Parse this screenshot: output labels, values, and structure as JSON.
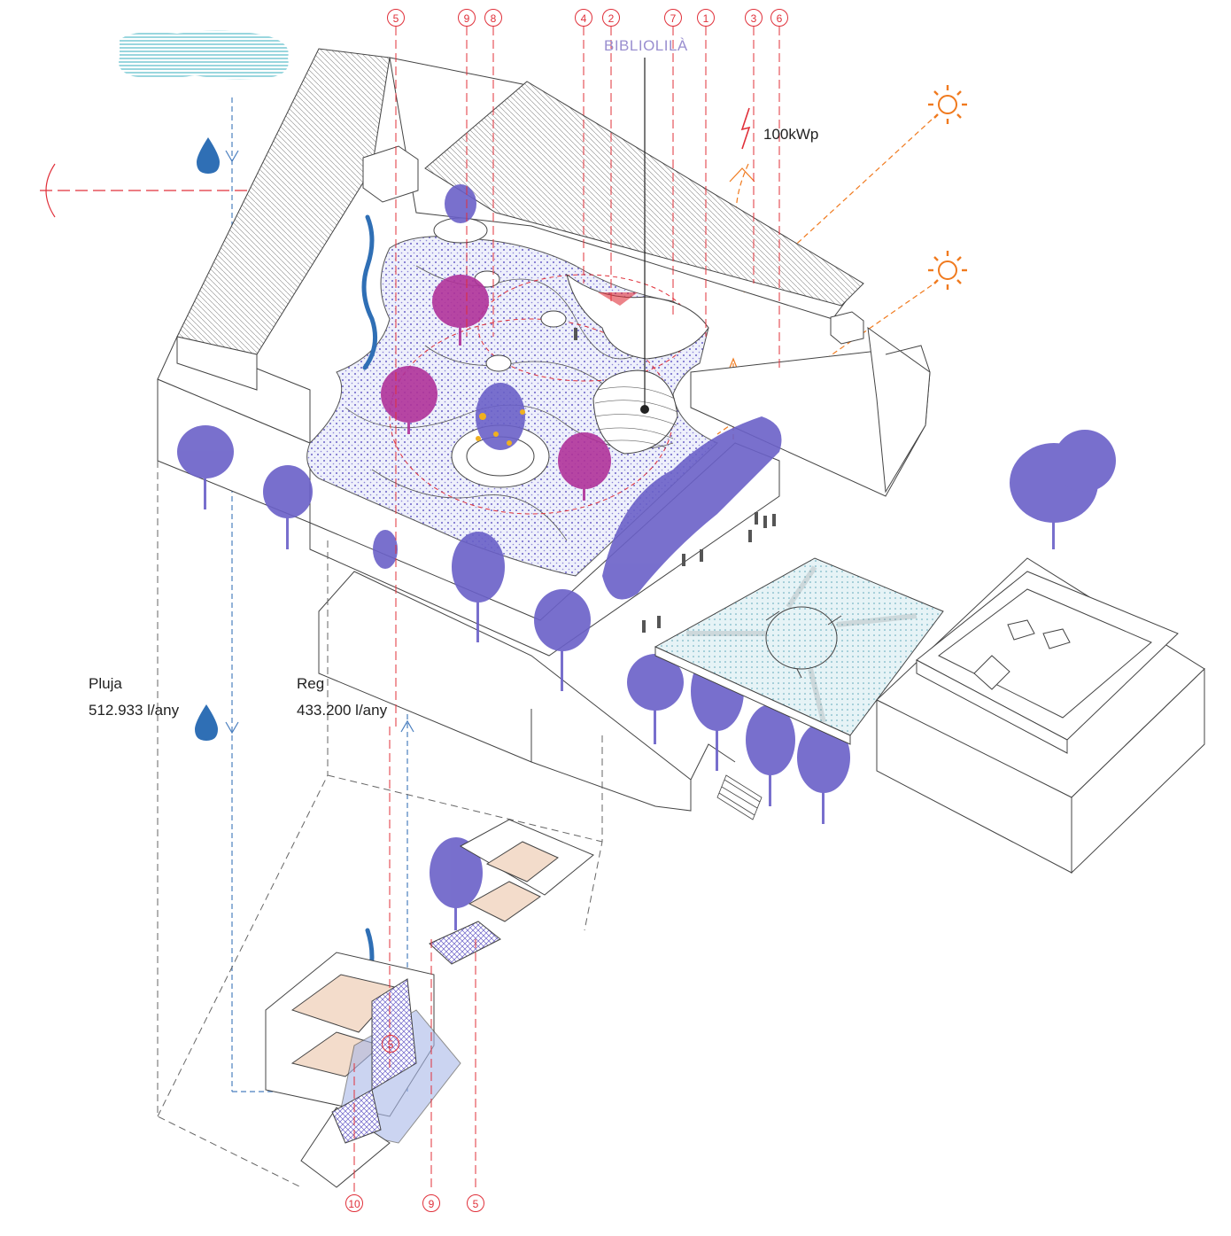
{
  "title": "BIBLIOLILÀ",
  "energy": {
    "label": "100kWp"
  },
  "rain": {
    "label": "Pluja",
    "value": "512.933 l/any"
  },
  "irrigation": {
    "label": "Reg",
    "value": "433.200 l/any"
  },
  "markers_top": [
    "5",
    "9",
    "8",
    "4",
    "2",
    "7",
    "1",
    "3",
    "6"
  ],
  "markers_mid": [
    "5"
  ],
  "markers_bottom": [
    "10",
    "9",
    "5"
  ],
  "colors": {
    "line": "#555555",
    "red": "#e0303a",
    "water": "#2f6fb5",
    "tree": "#6a60c8",
    "magenta": "#b0339a",
    "sun": "#f07a1e",
    "sky": "#9fd6df",
    "floor": "#f3dccb"
  }
}
